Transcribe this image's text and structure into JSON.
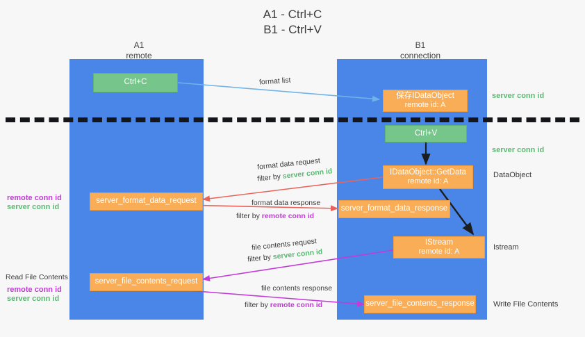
{
  "title": {
    "line1": "A1 - Ctrl+C",
    "line2": "B1 - Ctrl+V"
  },
  "lanes": [
    {
      "name": "A1",
      "sub": "remote"
    },
    {
      "name": "B1",
      "sub": "connection"
    }
  ],
  "nodes": {
    "ctrl_c": {
      "line1": "Ctrl+C"
    },
    "save_idataobject": {
      "line1": "保存IDataObject",
      "line2": "remote id: A"
    },
    "ctrl_v": {
      "line1": "Ctrl+V"
    },
    "getdata": {
      "line1": "IDataObject::GetData",
      "line2": "remote id: A"
    },
    "istream": {
      "line1": "IStream",
      "line2": "remote id: A"
    },
    "fmt_req": {
      "line1": "server_format_data_request"
    },
    "fmt_res": {
      "line1": "server_format_data_response"
    },
    "file_req": {
      "line1": "server_file_contents_request"
    },
    "file_res": {
      "line1": "server_file_contents_response"
    }
  },
  "edges": {
    "format_list": "format list",
    "fmt_data_request": "format data request",
    "fmt_data_request_filter_prefix": "filter by ",
    "fmt_data_request_filter_key": "server conn id",
    "fmt_data_response": "format data response",
    "fmt_data_response_filter_prefix": "filter by ",
    "fmt_data_response_filter_key": "remote conn id",
    "file_contents_request": "file contents request",
    "file_contents_request_filter_prefix": "filter by ",
    "file_contents_request_filter_key": "server conn id",
    "file_contents_response": "file contents response",
    "file_contents_response_filter_prefix": "filter by ",
    "file_contents_response_filter_key": "remote conn id"
  },
  "annotations": {
    "right_server_conn_1": "server conn id",
    "right_server_conn_2": "server conn id",
    "right_dataobject": "DataObject",
    "right_istream": "Istream",
    "right_write_file_contents": "Write File Contents",
    "left_remote_conn_1": "remote conn id",
    "left_server_conn_1": "server conn id",
    "left_read_file_contents": "Read File Contents",
    "left_remote_conn_2": "remote conn id",
    "left_server_conn_2": "server conn id"
  },
  "colors": {
    "lane": "#4a86e8",
    "green_node": "#76c68b",
    "orange_node": "#f9ad57",
    "server_conn": "#5bb974",
    "remote_conn": "#c23bd6",
    "blue_arrow": "#6fb3e8",
    "red_arrow": "#e8645a",
    "dark_arrow": "#1d1d1d",
    "magenta_arrow": "#c23bd6",
    "background": "#f7f7f7"
  }
}
